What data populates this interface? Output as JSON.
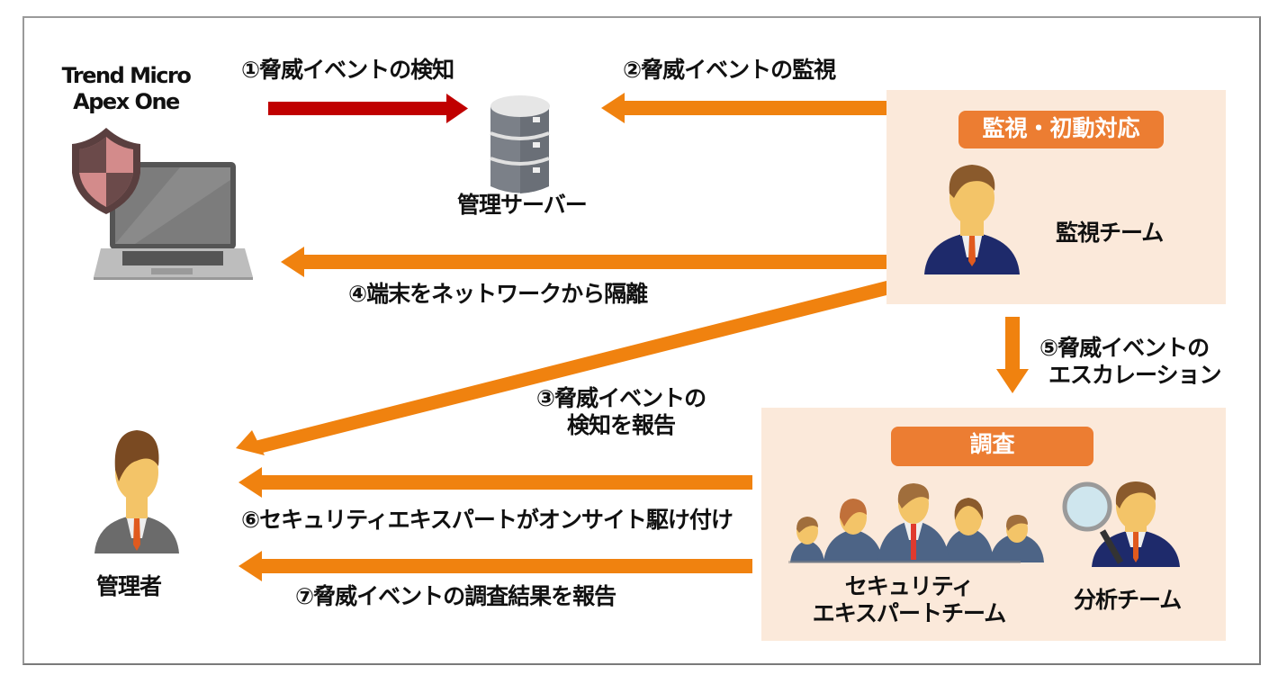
{
  "product": {
    "name_line1": "Trend Micro",
    "name_line2": "Apex One",
    "icons": [
      "shield-icon",
      "laptop-icon"
    ]
  },
  "server": {
    "label": "管理サーバー",
    "icon": "database-server-icon"
  },
  "monitoring": {
    "tag": "監視・初動対応",
    "team_label": "監視チーム",
    "icon": "person-icon"
  },
  "investigation": {
    "tag": "調査",
    "expert_team_line1": "セキュリティ",
    "expert_team_line2": "エキスパートチーム",
    "analysis_team_label": "分析チーム",
    "icons": [
      "group-people-icon",
      "magnifier-person-icon"
    ]
  },
  "admin": {
    "label": "管理者",
    "icon": "person-icon"
  },
  "steps": [
    {
      "id": 1,
      "label": "①脅威イベントの検知",
      "color": "#c00000"
    },
    {
      "id": 2,
      "label": "②脅威イベントの監視",
      "color": "#f0820f"
    },
    {
      "id": 3,
      "label_line1": "③脅威イベントの",
      "label_line2": "検知を報告",
      "color": "#f0820f"
    },
    {
      "id": 4,
      "label": "④端末をネットワークから隔離",
      "color": "#f0820f"
    },
    {
      "id": 5,
      "label_line1": "⑤脅威イベントの",
      "label_line2": "エスカレーション",
      "color": "#f0820f"
    },
    {
      "id": 6,
      "label": "⑥セキュリティエキスパートがオンサイト駆け付け",
      "color": "#f0820f"
    },
    {
      "id": 7,
      "label": "⑦脅威イベントの調査結果を報告",
      "color": "#f0820f"
    }
  ],
  "colors": {
    "panel_bg": "#fbe9da",
    "tag_bg": "#ec7d32",
    "arrow_red": "#c00000",
    "arrow_orange": "#f0820f"
  }
}
